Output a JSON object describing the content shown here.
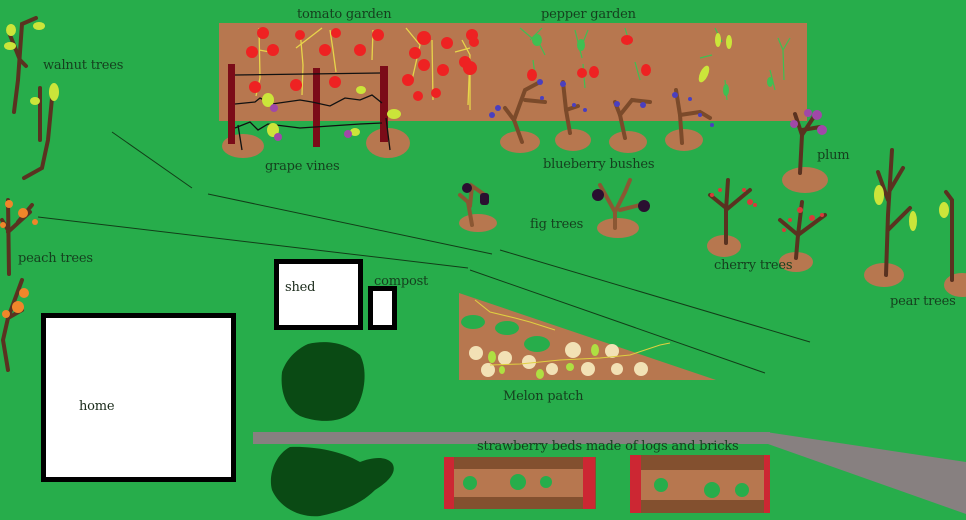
{
  "colors": {
    "grass": "#27ad4b",
    "soil": "#b7774f",
    "trunk": "#6b3a22",
    "tomato": "#ee2222",
    "path": "#878080",
    "bush": "#0a4a14",
    "brick": "#cc2733",
    "log": "#83502f",
    "text": "#153f1e"
  },
  "labels": {
    "tomato_garden": "tomato garden",
    "pepper_garden": "pepper garden",
    "walnut_trees": "walnut trees",
    "grape_vines": "grape vines",
    "blueberry_bushes": "blueberry bushes",
    "plum": "plum",
    "fig_trees": "fig trees",
    "cherry_trees": "cherry trees",
    "pear_trees": "pear trees",
    "peach_trees": "peach trees",
    "shed": "shed",
    "compost": "compost",
    "home": "home",
    "melon_patch": "Melon patch",
    "strawberry_beds": "strawberry beds made of logs and bricks"
  }
}
